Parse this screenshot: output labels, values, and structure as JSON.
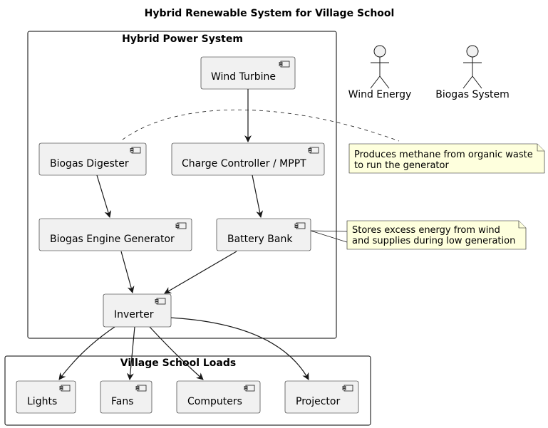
{
  "title": "Hybrid Renewable System for Village School",
  "groups": {
    "power": "Hybrid Power System",
    "loads": "Village School Loads"
  },
  "components": {
    "wind_turbine": "Wind Turbine",
    "biogas_digester": "Biogas Digester",
    "charge_controller": "Charge Controller / MPPT",
    "biogas_generator": "Biogas Engine Generator",
    "battery_bank": "Battery Bank",
    "inverter": "Inverter",
    "lights": "Lights",
    "fans": "Fans",
    "computers": "Computers",
    "projector": "Projector"
  },
  "actors": {
    "wind_energy": "Wind Energy",
    "biogas_system": "Biogas System"
  },
  "notes": {
    "digester": [
      "Produces methane from organic waste",
      "to run the generator"
    ],
    "battery": [
      "Stores excess energy from wind",
      "and supplies during low generation"
    ]
  },
  "colors": {
    "component_fill": "#f1f1f1",
    "note_fill": "#feffdd",
    "stroke": "#181818"
  }
}
